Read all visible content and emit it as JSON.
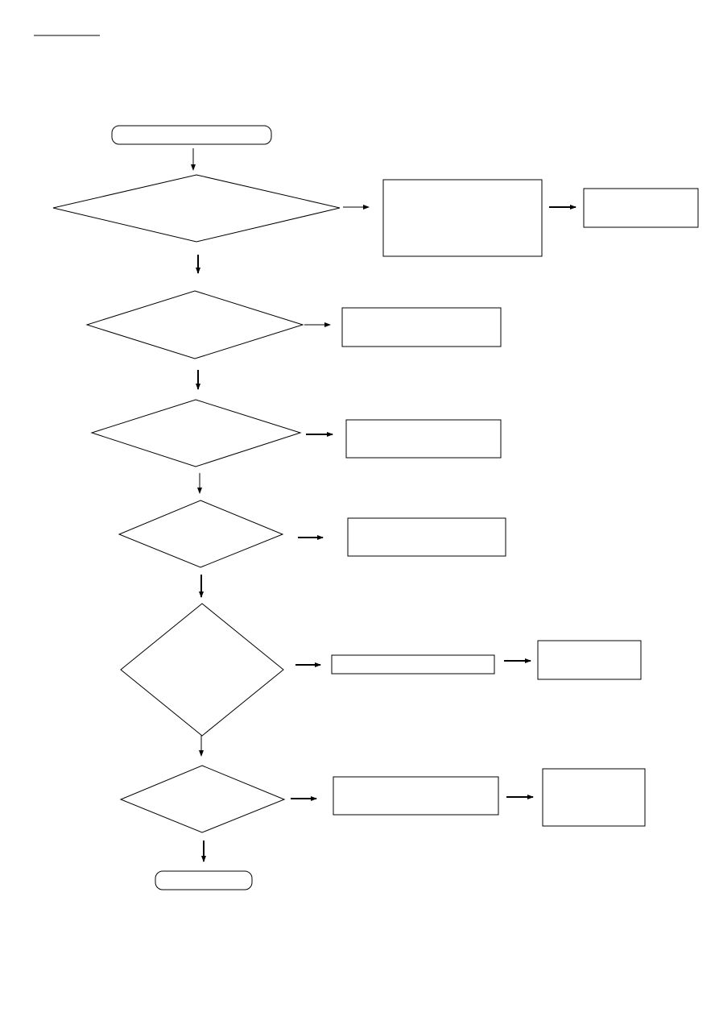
{
  "document": {
    "heading_text": "",
    "colors": {
      "stroke": "#000000",
      "fill": "#ffffff",
      "background": "#ffffff"
    }
  },
  "flowchart": {
    "start_label": "",
    "end_label": "",
    "decisions": [
      {
        "id": "decision-1",
        "text": ""
      },
      {
        "id": "decision-2",
        "text": ""
      },
      {
        "id": "decision-3",
        "text": ""
      },
      {
        "id": "decision-4",
        "text": ""
      },
      {
        "id": "decision-5",
        "text": ""
      },
      {
        "id": "decision-6",
        "text": ""
      }
    ],
    "action_boxes": [
      {
        "id": "action-1a",
        "text": ""
      },
      {
        "id": "action-1b",
        "text": ""
      },
      {
        "id": "action-2",
        "text": ""
      },
      {
        "id": "action-3",
        "text": ""
      },
      {
        "id": "action-4",
        "text": ""
      },
      {
        "id": "action-5a",
        "text": ""
      },
      {
        "id": "action-5b",
        "text": ""
      },
      {
        "id": "action-6a",
        "text": ""
      },
      {
        "id": "action-6b",
        "text": ""
      }
    ]
  }
}
